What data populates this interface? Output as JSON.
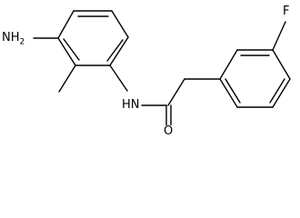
{
  "molecule": {
    "atoms": {
      "amine": "NH2",
      "amide_nh": "HN",
      "oxygen": "O",
      "fluorine": "F"
    },
    "bond_color": "#000000"
  }
}
